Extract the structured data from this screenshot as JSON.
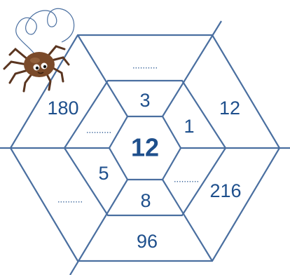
{
  "puzzle": {
    "center": "12",
    "inner": {
      "top": "3",
      "upper_right": "1",
      "lower_right": "..........",
      "bottom": "8",
      "lower_left": "5",
      "upper_left": ".........."
    },
    "outer": {
      "top": "..........",
      "upper_right": "12",
      "lower_right": "216",
      "bottom": "96",
      "lower_left": "..........",
      "upper_left": "180"
    }
  },
  "colors": {
    "line": "#4a6fa0",
    "text": "#1e4f8c",
    "spider_body": "#7a4a2a"
  },
  "icons": [
    "spider-icon"
  ]
}
